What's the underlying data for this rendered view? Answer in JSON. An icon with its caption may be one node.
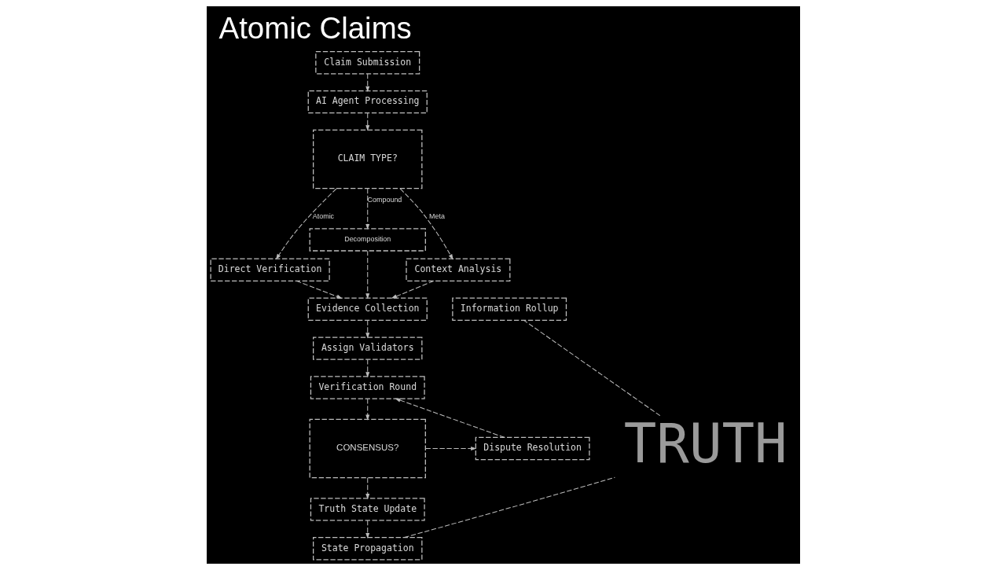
{
  "diagram": {
    "title": "Atomic Claims",
    "nodes": [
      {
        "text": [
          "Claim Submission"
        ]
      },
      {
        "text": [
          "AI Agent Processing"
        ]
      },
      {
        "text": [
          "CLAIM TYPE?"
        ]
      },
      {
        "text": [
          "Decomposition"
        ]
      },
      {
        "text": [
          "Direct Verification"
        ]
      },
      {
        "text": [
          "Context Analysis"
        ]
      },
      {
        "text": [
          "Evidence Collection"
        ]
      },
      {
        "text": [
          "Assign Validators"
        ]
      },
      {
        "text": [
          "Verification Round"
        ]
      },
      {
        "text": [
          "CONSENSUS?"
        ]
      },
      {
        "text": [
          "Dispute Resolution"
        ]
      },
      {
        "text": [
          "Truth State Update"
        ]
      },
      {
        "text": [
          "State Propagation"
        ]
      },
      {
        "text": [
          "TRUTH"
        ]
      },
      {
        "text": [
          "Information Rollup"
        ]
      }
    ],
    "edges": [
      {
        "from": 0,
        "to": 1,
        "arrow": "to",
        "style": "dashed"
      },
      {
        "from": 1,
        "to": 2,
        "arrow": "to",
        "style": "dashed"
      },
      {
        "from": 2,
        "to": 4,
        "arrow": "to",
        "label": "Atomic",
        "style": "dashed"
      },
      {
        "from": 2,
        "to": 3,
        "arrow": "to",
        "label": "Compound",
        "style": "dashed"
      },
      {
        "from": 2,
        "to": 5,
        "arrow": "to",
        "label": "Meta",
        "style": "dashed"
      },
      {
        "from": 4,
        "to": 6,
        "arrow": "to",
        "style": "dashed"
      },
      {
        "from": 3,
        "to": 6,
        "arrow": "to",
        "style": "dashed"
      },
      {
        "from": 5,
        "to": 6,
        "arrow": "to",
        "style": "dashed"
      },
      {
        "from": 6,
        "to": 7,
        "arrow": "to",
        "style": "dashed"
      },
      {
        "from": 7,
        "to": 8,
        "arrow": "to",
        "style": "dashed"
      },
      {
        "from": 8,
        "to": 9,
        "arrow": "to",
        "style": "dashed"
      },
      {
        "from": 10,
        "to": 8,
        "arrow": "to",
        "style": "dashed"
      },
      {
        "from": 9,
        "to": 11,
        "arrow": "to",
        "style": "dashed"
      },
      {
        "from": 9,
        "to": 10,
        "arrow": "to",
        "style": "dashed"
      },
      {
        "from": 11,
        "to": 12,
        "arrow": "to",
        "style": "dashed"
      },
      {
        "from": 12,
        "to": 13,
        "arrow": "none",
        "style": "dashed"
      },
      {
        "from": 13,
        "to": 14,
        "arrow": "none",
        "style": "dashed"
      }
    ]
  }
}
